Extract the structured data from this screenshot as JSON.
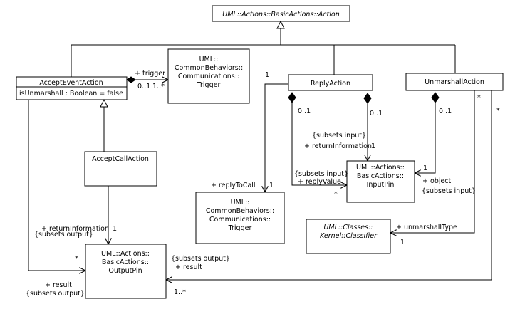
{
  "classes": {
    "action": "UML::Actions::BasicActions::Action",
    "accept_event_action": "AcceptEventAction",
    "accept_event_attribute": "isUnmarshall : Boolean = false",
    "trigger_top": [
      "UML::",
      "CommonBehaviors::",
      "Communications::",
      "Trigger"
    ],
    "reply_action": "ReplyAction",
    "unmarshall_action": "UnmarshallAction",
    "accept_call_action": "AcceptCallAction",
    "input_pin": [
      "UML::Actions::",
      "BasicActions::",
      "InputPin"
    ],
    "trigger_bottom": [
      "UML::",
      "CommonBehaviors::",
      "Communications::",
      "Trigger"
    ],
    "classifier": [
      "UML::Classes::",
      "Kernel::Classifier"
    ],
    "output_pin": [
      "UML::Actions::",
      "BasicActions::",
      "OutputPin"
    ]
  },
  "labels": {
    "trigger_role": "+ trigger",
    "trigger_mult_near": "0..1",
    "trigger_mult_far": "1..*",
    "reply_to_call_mult_top": "1",
    "reply_to_call_role": "+ replyToCall",
    "reply_to_call_mult_bottom": "1",
    "reply_left_comp_mult": "0..1",
    "reply_right_comp_mult": "0..1",
    "return_info_subsets": "{subsets input}",
    "return_info_role": "+ returnInformation",
    "return_info_mult": "1",
    "reply_value_subsets": "{subsets input}",
    "reply_value_role": "+ replyValue",
    "reply_value_mult": "*",
    "unmarshall_comp_mult": "0..1",
    "object_mult": "1",
    "object_role": "+ object",
    "object_subsets": "{subsets input}",
    "unmarshall_type_mult_top": "*",
    "unmarshall_type_role": "+ unmarshallType",
    "unmarshall_type_mult_bottom": "1",
    "unmarshall_result_mult_top": "*",
    "unmarshall_result_mult_bottom": "1..*",
    "call_return_info_role": "+ returnInformation",
    "call_return_info_subsets": "{subsets output}",
    "call_return_info_mult": "1",
    "accept_result_mult": "*",
    "accept_result_role": "+ result",
    "accept_result_subsets": "{subsets output}",
    "unmarshall_result_subsets": "{subsets output}",
    "unmarshall_result_role": "+ result"
  }
}
